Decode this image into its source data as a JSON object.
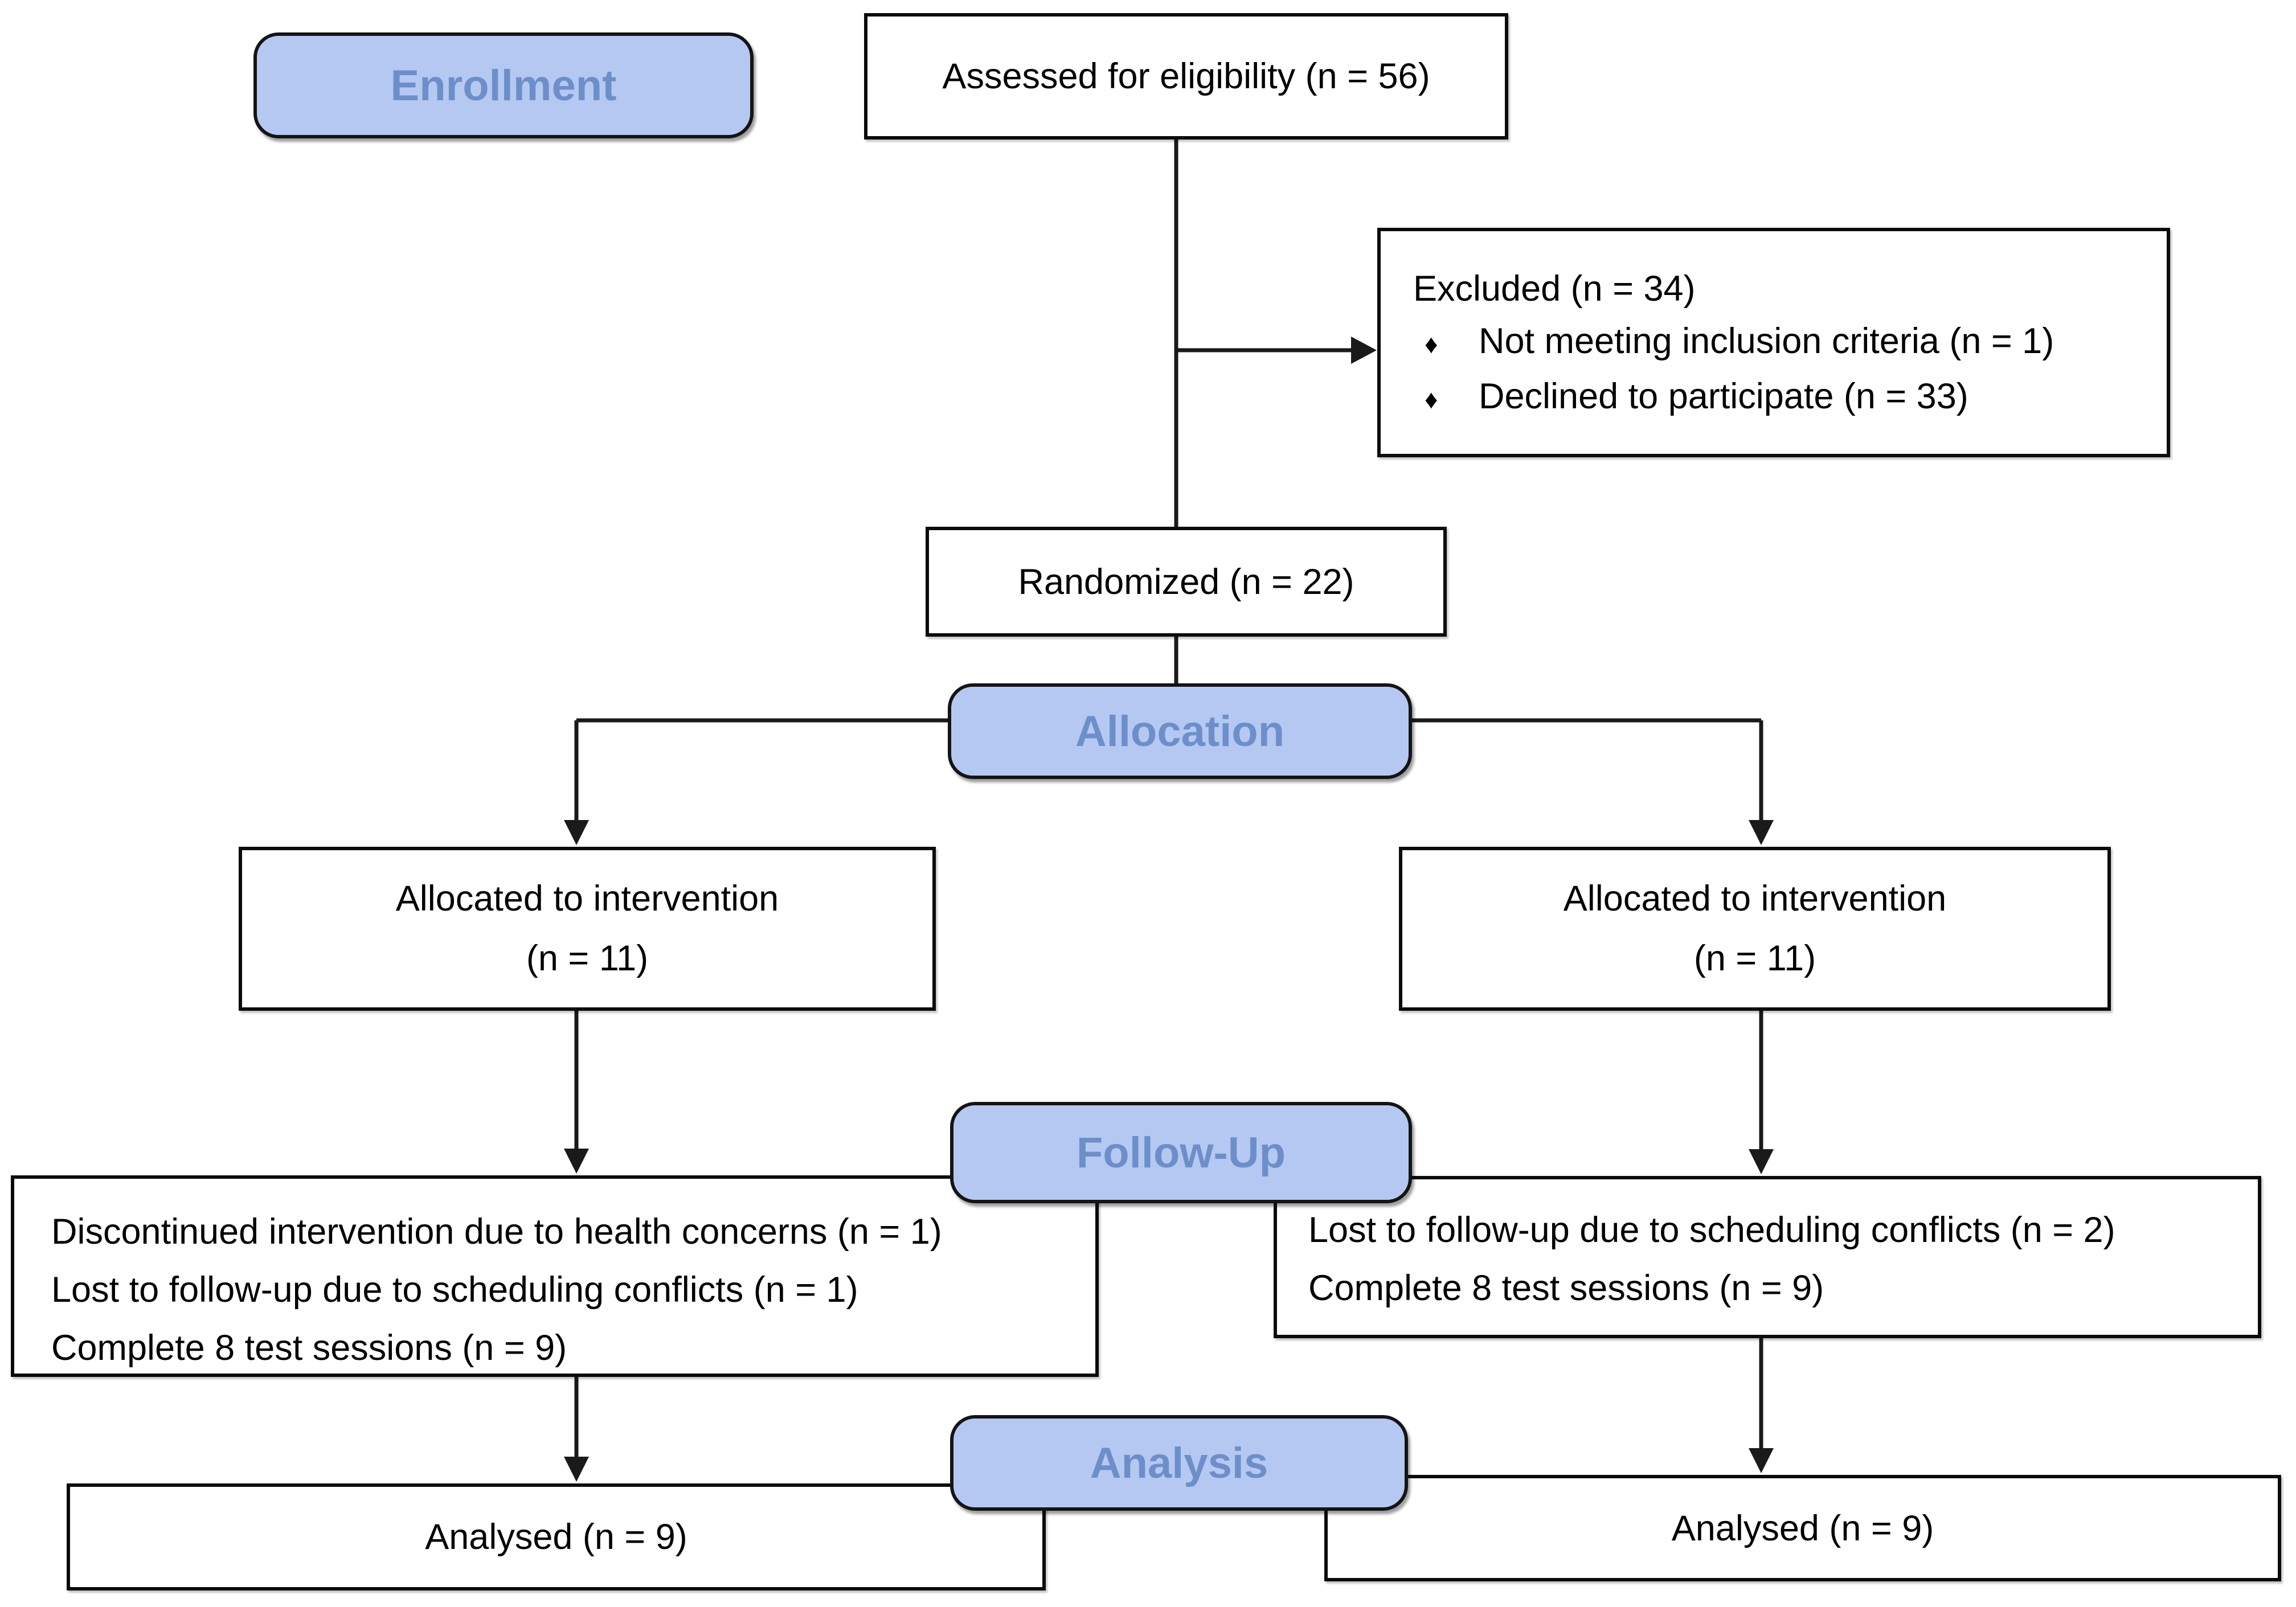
{
  "diagram": {
    "stages": {
      "enrollment": "Enrollment",
      "allocation": "Allocation",
      "followup": "Follow-Up",
      "analysis": "Analysis"
    },
    "boxes": {
      "assessed": "Assessed for eligibility (n = 56)",
      "excluded": {
        "title": "Excluded (n = 34)",
        "bullet_glyph": "♦",
        "items": [
          "Not meeting inclusion criteria (n = 1)",
          "Declined to participate (n = 33)"
        ]
      },
      "randomized": "Randomized (n = 22)",
      "allocated_left": {
        "line1": "Allocated to intervention",
        "line2": "(n = 11)"
      },
      "allocated_right": {
        "line1": "Allocated to intervention",
        "line2": "(n = 11)"
      },
      "followup_left": {
        "lines": [
          "Discontinued intervention due to health concerns (n = 1)",
          "Lost to follow-up due to scheduling conflicts (n = 1)",
          "Complete 8 test sessions (n = 9)"
        ]
      },
      "followup_right": {
        "lines": [
          "Lost to follow-up due to scheduling conflicts (n = 2)",
          "Complete 8 test sessions (n = 9)"
        ]
      },
      "analysed_left": "Analysed (n = 9)",
      "analysed_right": "Analysed (n = 9)"
    },
    "colors": {
      "stage_fill": "#b5c8f2",
      "stage_text": "#6d8fc9",
      "box_fill": "#ffffff",
      "box_border": "#000000",
      "line": "#1a1a1a"
    }
  }
}
